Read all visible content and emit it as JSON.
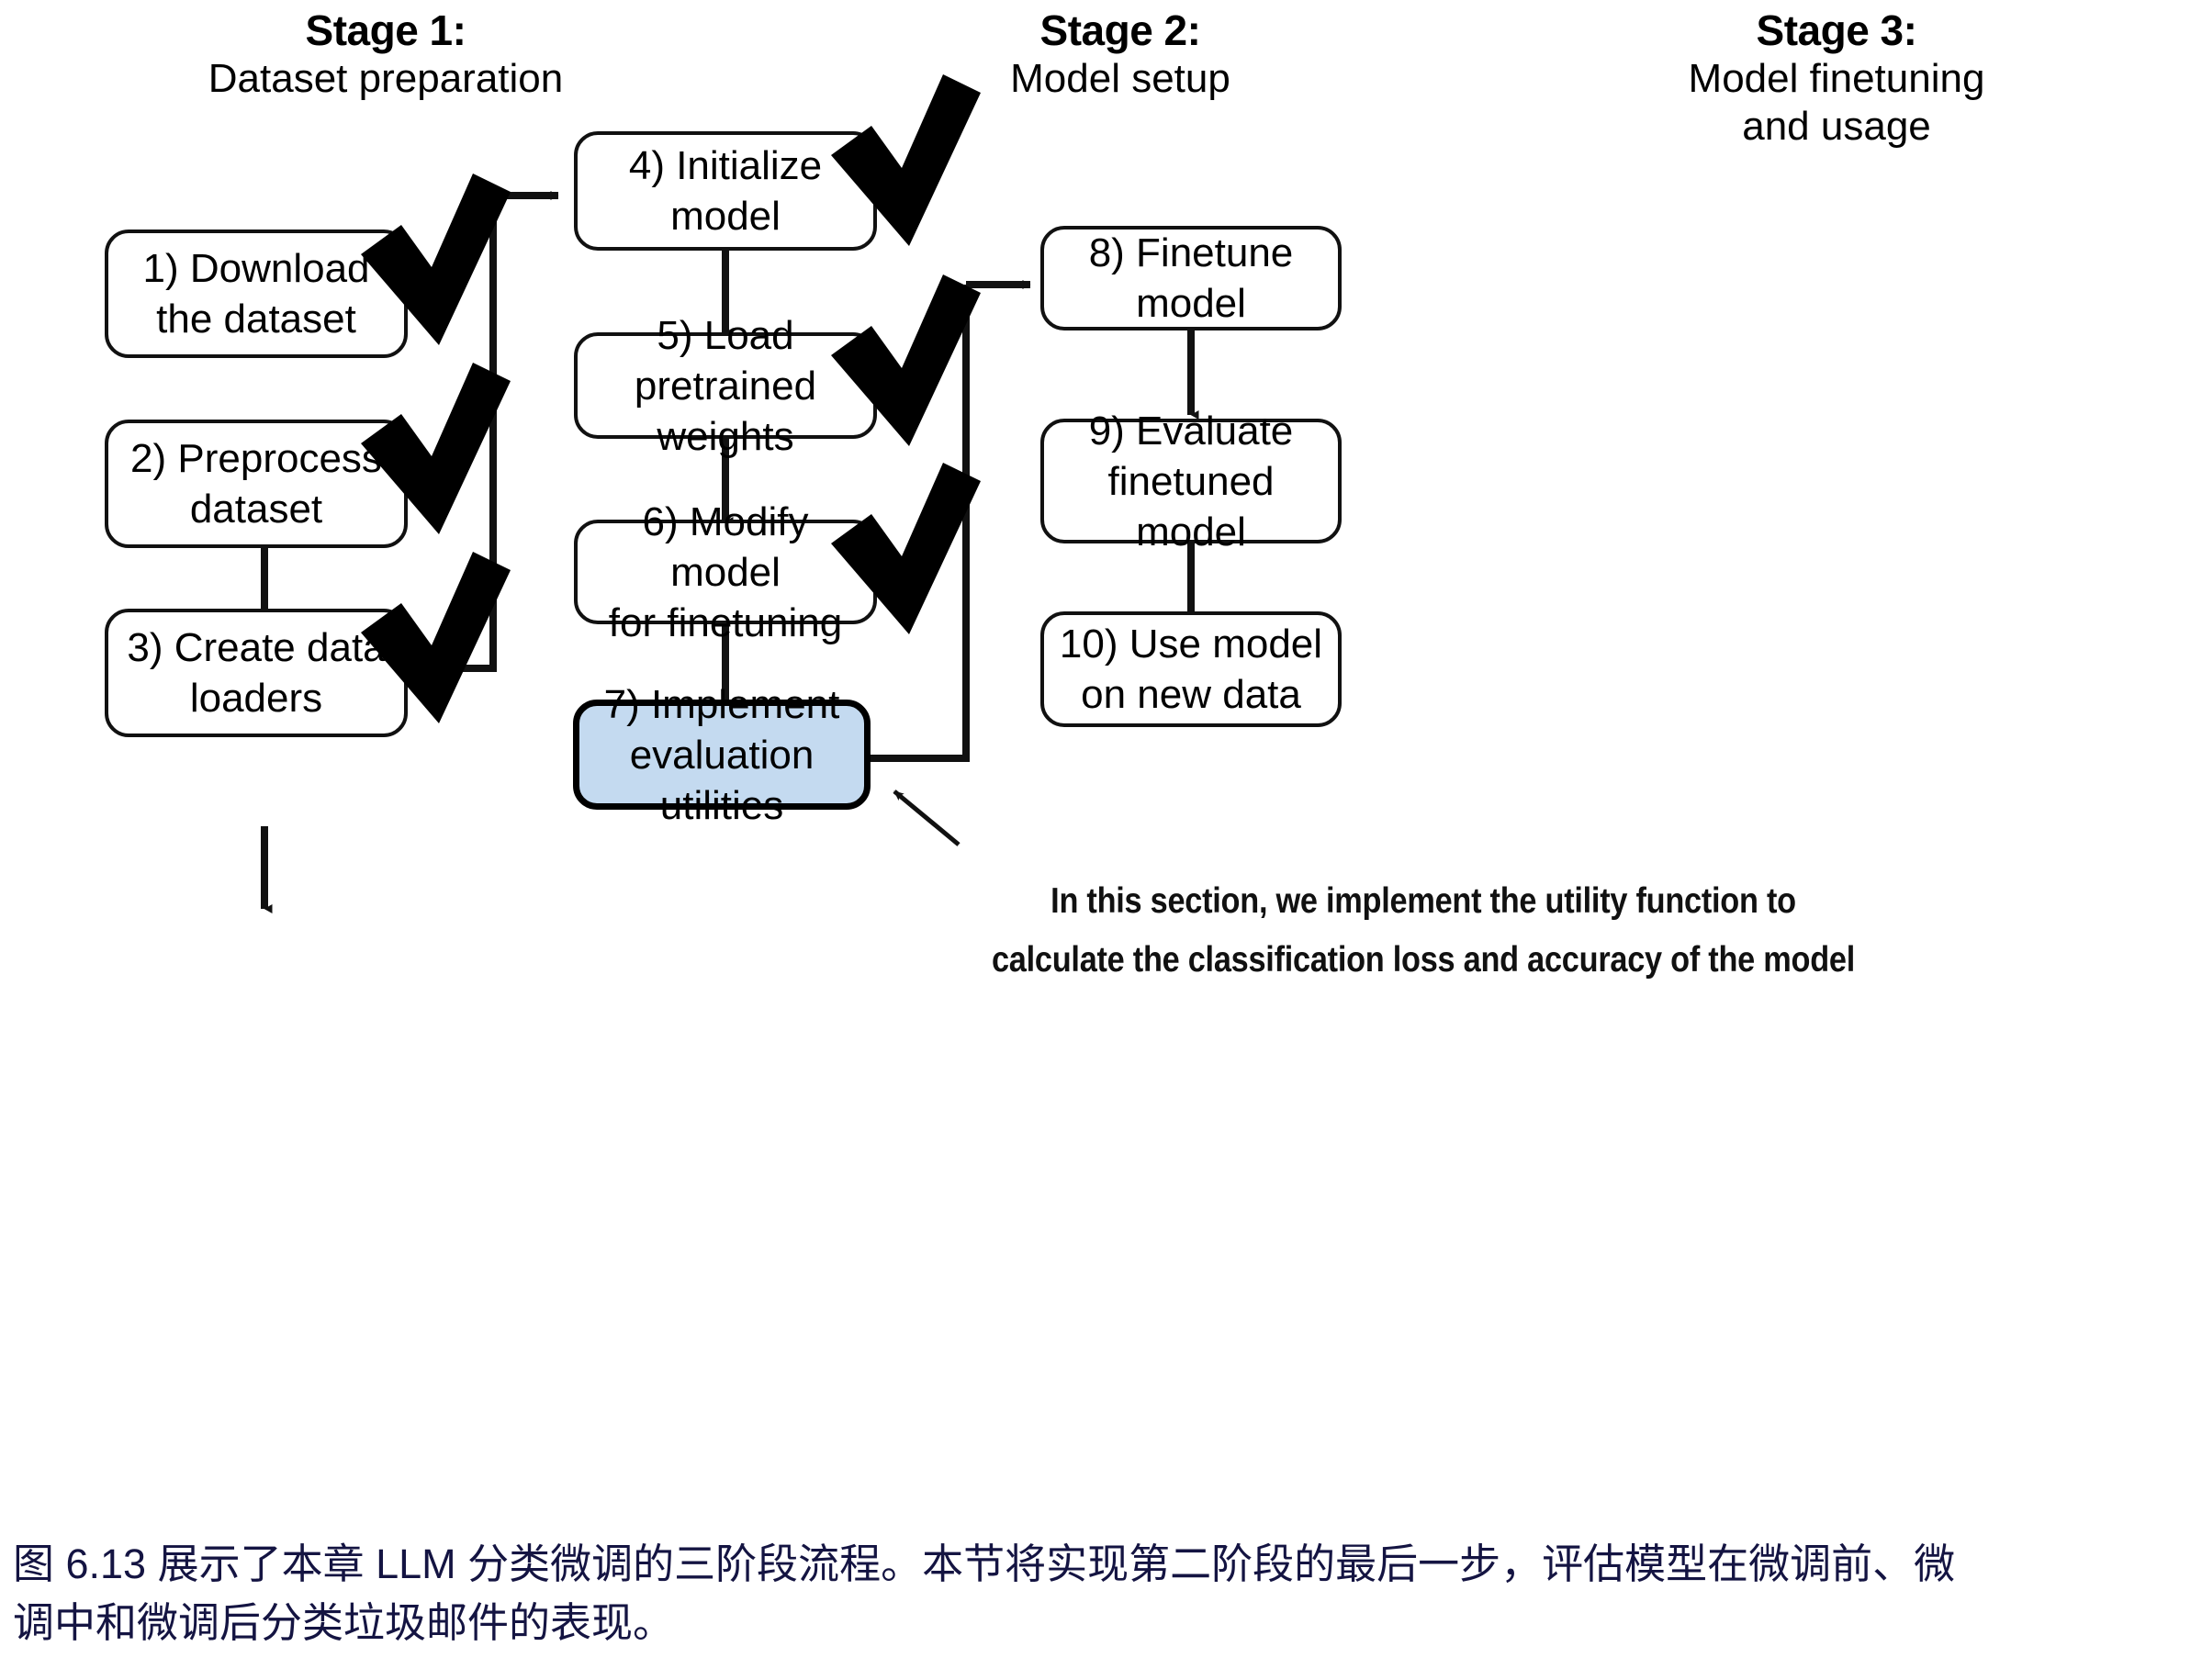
{
  "figure": {
    "stages": [
      {
        "title": "Stage 1:",
        "subtitle": "Dataset preparation"
      },
      {
        "title": "Stage 2:",
        "subtitle": "Model setup"
      },
      {
        "title": "Stage 3:",
        "subtitle": "Model finetuning\nand usage"
      }
    ],
    "stage3_sub_line1": "Model finetuning",
    "stage3_sub_line2": "and usage",
    "nodes": {
      "n1_line1": "1) Download",
      "n1_line2": "the dataset",
      "n2_line1": "2) Preprocess",
      "n2_line2": "dataset",
      "n3_line1": "3) Create data",
      "n3_line2": "loaders",
      "n4_line1": "4) Initialize",
      "n4_line2": "model",
      "n5_line1": "5) Load pretrained",
      "n5_line2": "weights",
      "n6_line1": "6) Modify model",
      "n6_line2": "for finetuning",
      "n7_line1": "7) Implement",
      "n7_line2": "evaluation utilities",
      "n8_line1": "8) Finetune model",
      "n9_line1": "9) Evaluate",
      "n9_line2": "finetuned model",
      "n10_line1": "10) Use model",
      "n10_line2": "on new data"
    },
    "annotation": {
      "line1": "In this section, we implement the utility function to",
      "line2": "calculate the classification loss and accuracy of the model"
    },
    "colors": {
      "highlight_fill": "#c4daf0",
      "stroke": "#111111",
      "caption_text": "#141442"
    }
  },
  "caption": {
    "line1": "图 6.13 展示了本章 LLM 分类微调的三阶段流程。本节将实现第二阶段的最后一步，评估模型在微调前、微",
    "line2": "调中和微调后分类垃圾邮件的表现。"
  }
}
